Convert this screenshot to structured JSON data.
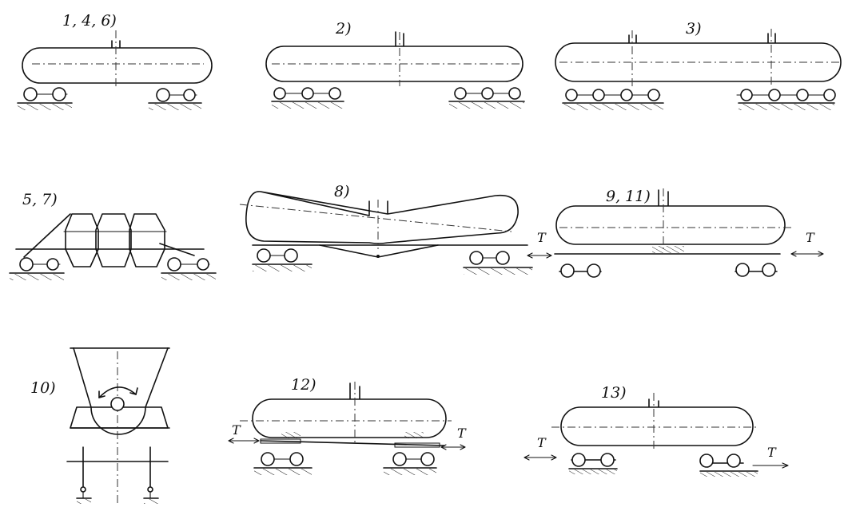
{
  "panels": [
    {
      "id": "p1",
      "label": "1, 4, 6)"
    },
    {
      "id": "p2",
      "label": "2)"
    },
    {
      "id": "p3",
      "label": "3)"
    },
    {
      "id": "p4",
      "label": "5, 7)"
    },
    {
      "id": "p5",
      "label": "8)"
    },
    {
      "id": "p6",
      "label": "9, 11)"
    },
    {
      "id": "p7",
      "label": "10)"
    },
    {
      "id": "p8",
      "label": "12)"
    },
    {
      "id": "p9",
      "label": "13)"
    }
  ],
  "force_label": "T"
}
